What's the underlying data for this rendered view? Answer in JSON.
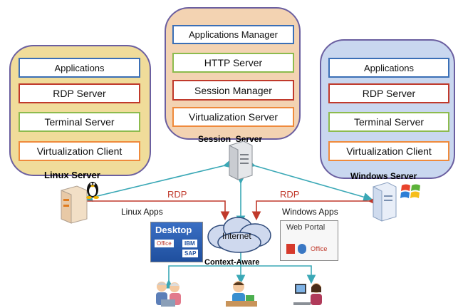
{
  "colors": {
    "linux_panel": "#f0dc9a",
    "session_panel": "#f3d3b2",
    "windows_panel": "#c9d7ef",
    "border_blue": "#3b6fb6",
    "border_red": "#c0392b",
    "border_green": "#8dbb4e",
    "border_orange": "#ef8a3c",
    "link_teal": "#3aa8b6",
    "link_red": "#c0392b"
  },
  "linux": {
    "title": "Linux Server",
    "boxes": [
      "Applications",
      "RDP Server",
      "Terminal Server",
      "Virtualization Client"
    ],
    "icon": "linux-penguin-icon"
  },
  "session": {
    "title": "Session  Server",
    "boxes": [
      "Applications Manager",
      "HTTP Server",
      "Session Manager",
      "Virtualization Server"
    ]
  },
  "windows": {
    "title": "Windows Server",
    "boxes": [
      "Applications",
      "RDP Server",
      "Terminal Server",
      "Virtualization Client"
    ],
    "icon": "windows-logo-icon"
  },
  "links": {
    "rdp_left": "RDP",
    "rdp_right": "RDP",
    "linux_apps": "Linux Apps",
    "windows_apps": "Windows Apps",
    "internet": "Internet",
    "context": "Context-Aware"
  },
  "desktop": {
    "title": "Desktop",
    "items": [
      "Office",
      "IBM",
      "SAP"
    ]
  },
  "webportal": {
    "title": "Web Portal",
    "items": [
      "Office"
    ]
  }
}
